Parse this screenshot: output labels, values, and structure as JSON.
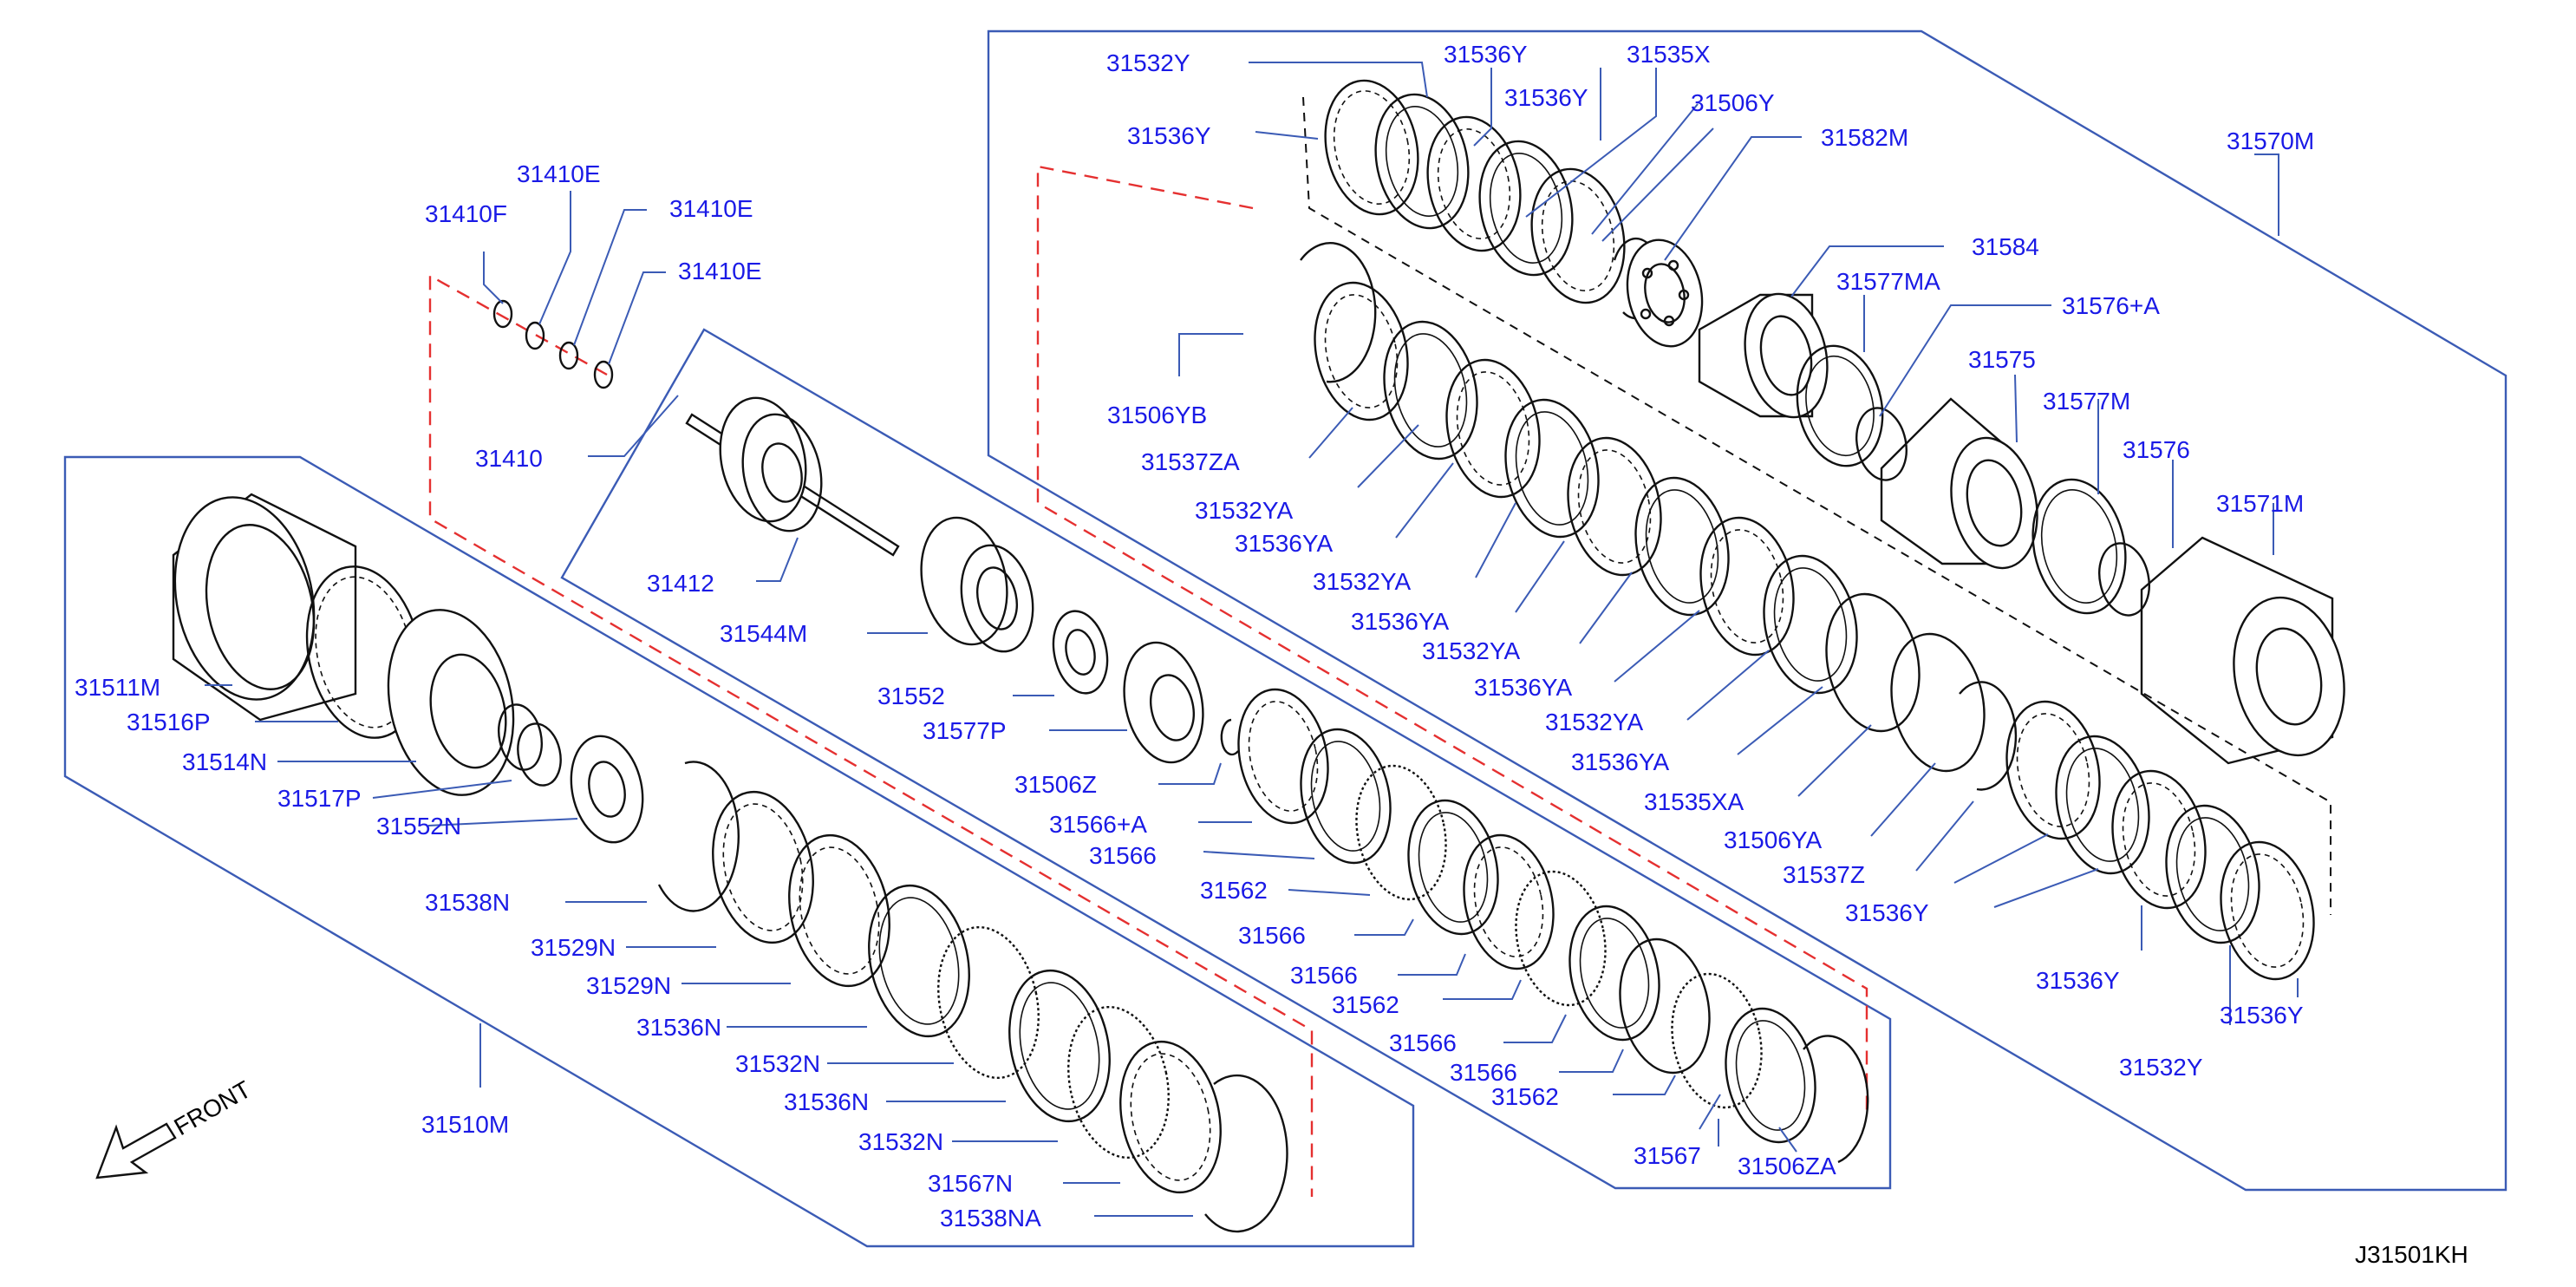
{
  "diagram_code": "J31501KH",
  "front_label": "FRONT",
  "colors": {
    "label": "#1a1ae6",
    "frame": "#3b5bb5",
    "dashed_boundary": "#e53030",
    "line_art": "#111111"
  },
  "labels": {
    "31532Y_a": "31532Y",
    "31536Y_a": "31536Y",
    "31535X": "31535X",
    "31536Y_b": "31536Y",
    "31506Y": "31506Y",
    "31536Y_c": "31536Y",
    "31582M": "31582M",
    "31570M": "31570M",
    "31584": "31584",
    "31577MA": "31577MA",
    "31576A_top": "31576+A",
    "31506YB": "31506YB",
    "31575": "31575",
    "31577M": "31577M",
    "31576": "31576",
    "31537ZA": "31537ZA",
    "31571M": "31571M",
    "31532YA_a": "31532YA",
    "31536YA_a": "31536YA",
    "31532YA_b": "31532YA",
    "31536YA_b": "31536YA",
    "31532YA_c": "31532YA",
    "31536YA_c": "31536YA",
    "31532YA_d": "31532YA",
    "31536YA_d": "31536YA",
    "31535XA": "31535XA",
    "31506YA": "31506YA",
    "31537Z": "31537Z",
    "31536Y_d": "31536Y",
    "31536Y_e": "31536Y",
    "31536Y_f": "31536Y",
    "31532Y_b": "31532Y",
    "31410E_a": "31410E",
    "31410F": "31410F",
    "31410E_b": "31410E",
    "31410E_c": "31410E",
    "31410": "31410",
    "31412": "31412",
    "31544M": "31544M",
    "31552": "31552",
    "31577P": "31577P",
    "31506Z": "31506Z",
    "31566A": "31566+A",
    "31566_a": "31566",
    "31562_a": "31562",
    "31566_b": "31566",
    "31566_c": "31566",
    "31562_b": "31562",
    "31566_d": "31566",
    "31566_e": "31566",
    "31562_c": "31562",
    "31567": "31567",
    "31506ZA": "31506ZA",
    "31511M": "31511M",
    "31516P": "31516P",
    "31514N": "31514N",
    "31517P": "31517P",
    "31552N": "31552N",
    "31538N": "31538N",
    "31529N_a": "31529N",
    "31529N_b": "31529N",
    "31536N_a": "31536N",
    "31532N_a": "31532N",
    "31536N_b": "31536N",
    "31532N_b": "31532N",
    "31567N": "31567N",
    "31538NA": "31538NA",
    "31510M": "31510M"
  }
}
